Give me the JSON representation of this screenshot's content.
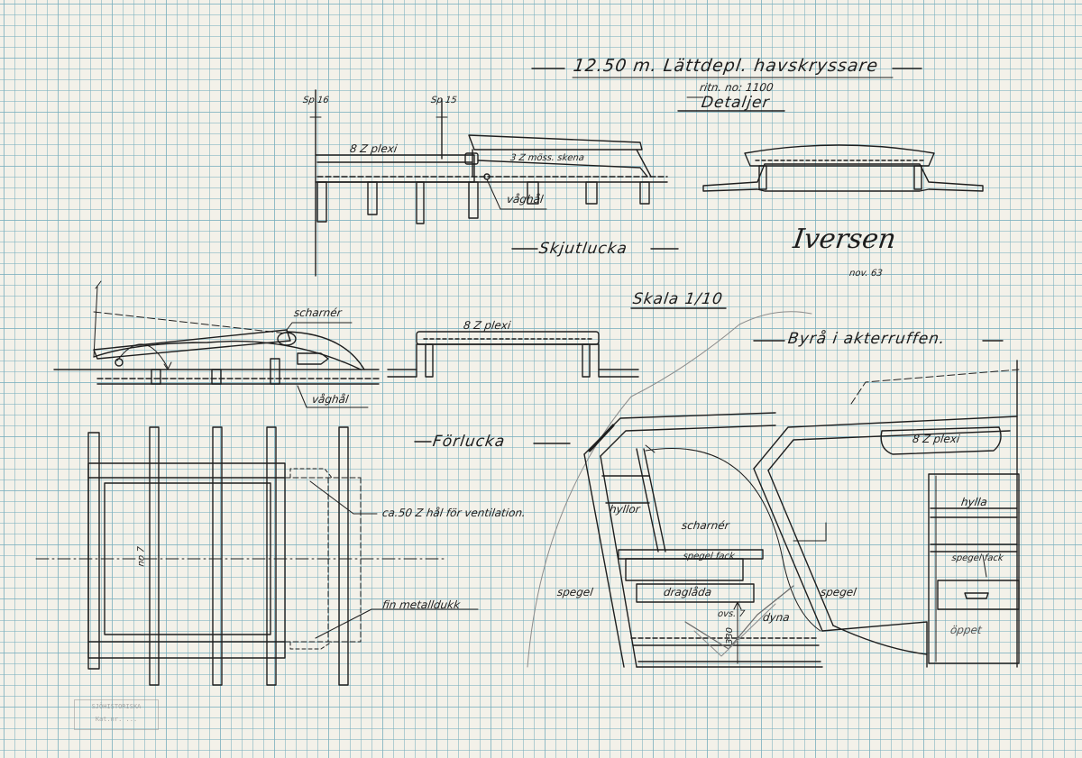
{
  "title": {
    "main": "12.50 m. Lättdepl. havskryssare",
    "drawing_no": "ritn. no: 1100",
    "subtitle": "Detaljer"
  },
  "signature": {
    "name": "Iversen",
    "date": "nov. 63"
  },
  "scale": "Skala 1/10",
  "skjutlucka": {
    "heading": "Skjutlucka",
    "sp16": "Sp 16",
    "sp15": "Sp 15",
    "plexi": "8 Z plexi",
    "rail": "3 Z möss. skena",
    "drain": "våghål"
  },
  "forlucka": {
    "heading": "Förlucka",
    "hinge": "scharnér",
    "plexi": "8 Z plexi",
    "drain": "våghål",
    "vent": "ca.50 Z hål för ventilation.",
    "mesh": "fin metalldukk",
    "hatch_no": "no 7"
  },
  "byra": {
    "heading": "Byrå i akterruffen.",
    "plexi": "8 Z plexi",
    "shelves": "hyllor",
    "shelf": "hylla",
    "hinge": "scharnér",
    "mirror_left": "spegel",
    "mirror_right": "spegel",
    "mirror_compartment_1": "spegel fack",
    "mirror_compartment_2": "spegel fack",
    "drawer": "draglåda",
    "cushion": "dyna",
    "dim_top": "ovs. 7",
    "dim_height": "330",
    "open": "öppet"
  },
  "archive_stamp": {
    "line1": "SJÖHISTORISKA",
    "line2": "Kat.nr. ..."
  }
}
